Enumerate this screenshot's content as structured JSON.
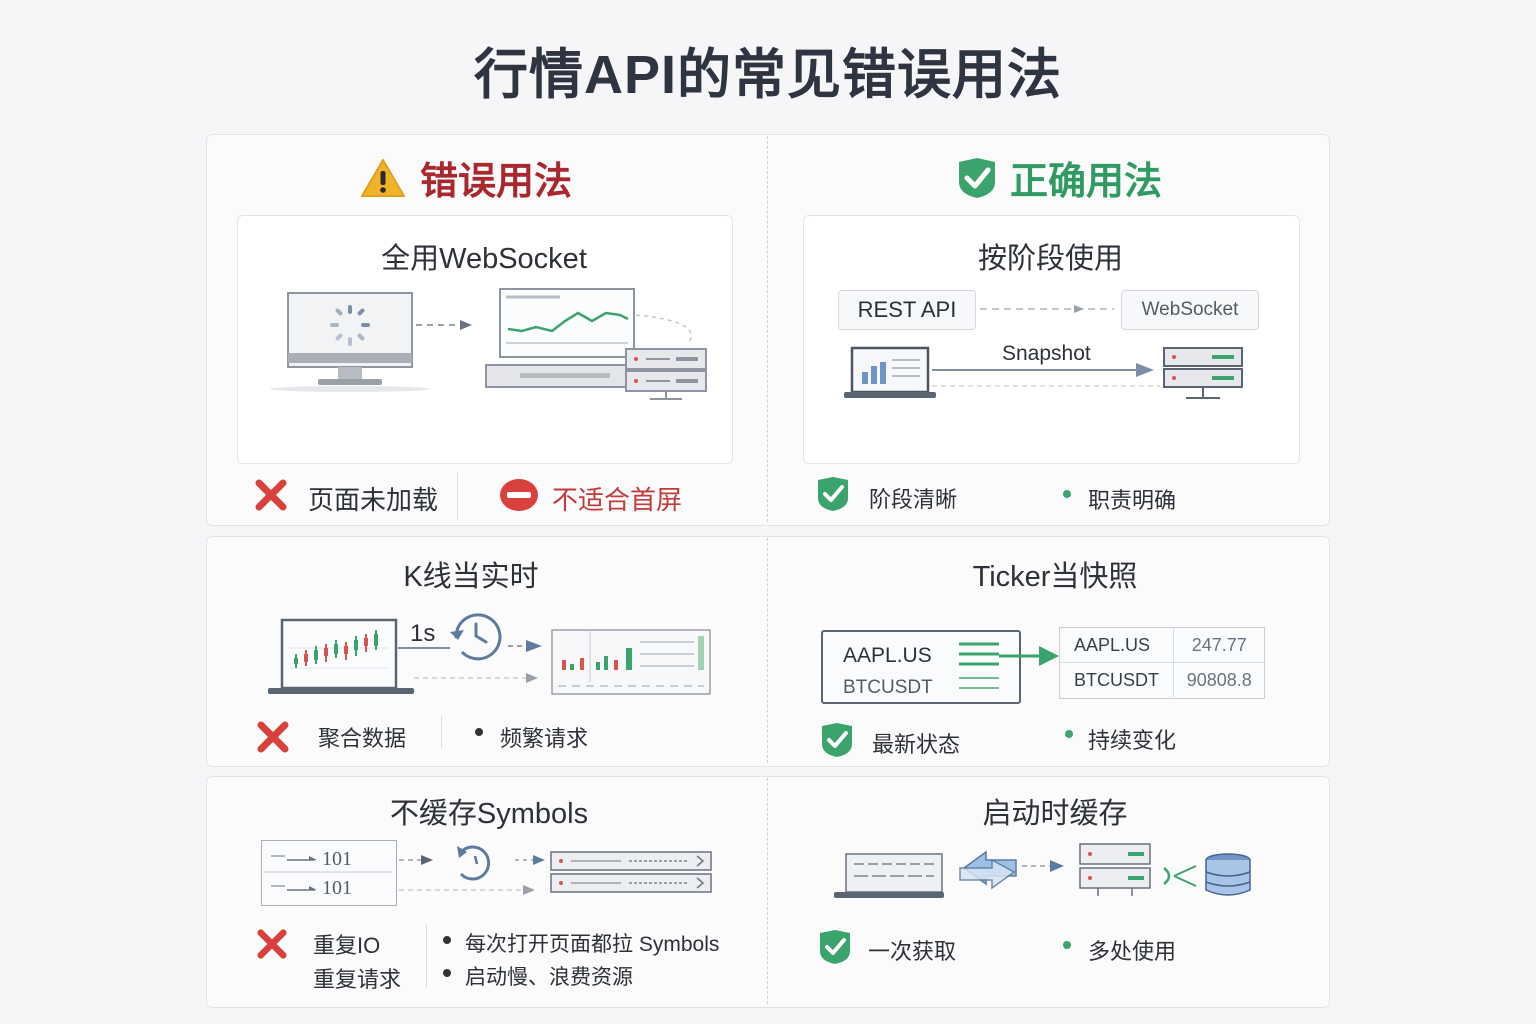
{
  "title": "行情API的常见错误用法",
  "columns": {
    "wrong": {
      "label": "错误用法",
      "icon": "warning-icon",
      "color": "#a8282e"
    },
    "right": {
      "label": "正确用法",
      "icon": "shield-check-icon",
      "color": "#2f9a62"
    }
  },
  "rows": [
    {
      "wrong": {
        "title": "全用WebSocket",
        "points": [
          "页面未加载",
          "不适合首屏"
        ]
      },
      "right": {
        "title": "按阶段使用",
        "left_box": "REST API",
        "right_box": "WebSocket",
        "arrow_label": "Snapshot",
        "points": [
          "阶段清晰",
          "职责明确"
        ]
      }
    },
    {
      "wrong": {
        "title": "K线当实时",
        "interval": "1s",
        "points": [
          "聚合数据",
          "频繁请求"
        ]
      },
      "right": {
        "title": "Ticker当快照",
        "symbols": [
          "AAPL.US",
          "BTCUSDT"
        ],
        "table": [
          {
            "symbol": "AAPL.US",
            "price": "247.77"
          },
          {
            "symbol": "BTCUSDT",
            "price": "90808.8"
          }
        ],
        "points": [
          "最新状态",
          "持续变化"
        ]
      }
    },
    {
      "wrong": {
        "title": "不缓存Symbols",
        "codes": [
          "101",
          "101"
        ],
        "points_left": [
          "重复IO",
          "重复请求"
        ],
        "points_right": [
          "每次打开页面都拉 Symbols",
          "启动慢、浪费资源"
        ]
      },
      "right": {
        "title": "启动时缓存",
        "points": [
          "一次获取",
          "多处使用"
        ]
      }
    }
  ],
  "colors": {
    "red": "#d9413f",
    "green": "#3aa46c",
    "chart_green": "#3aa46c",
    "chart_red": "#d9534f"
  }
}
